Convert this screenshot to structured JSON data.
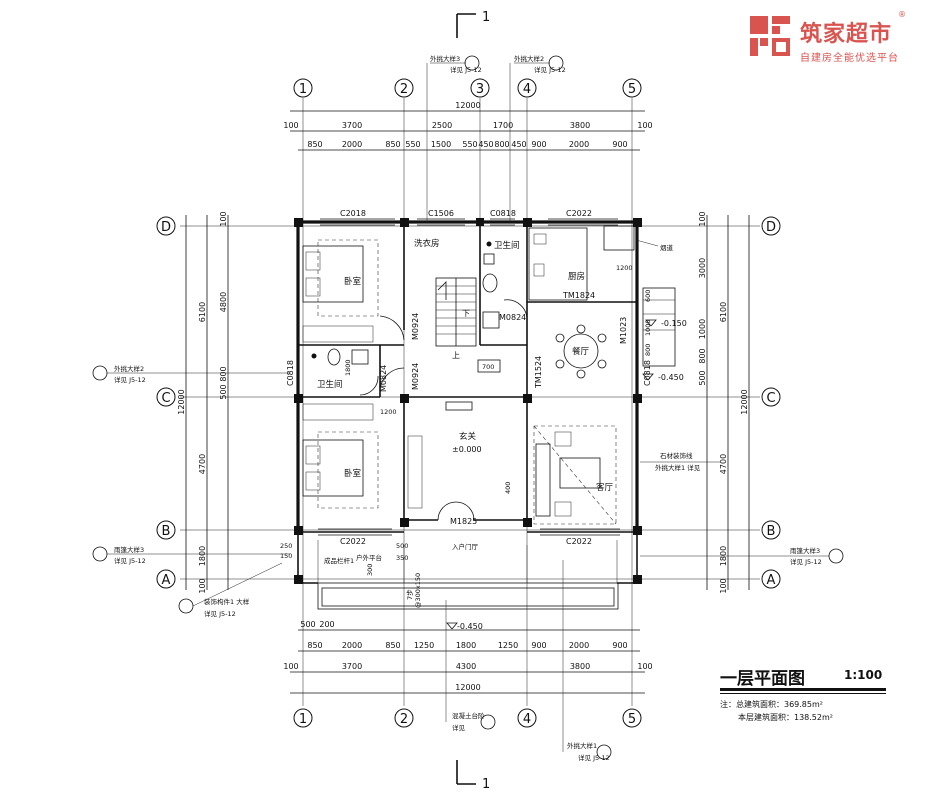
{
  "logo": {
    "brand": "筑家超市",
    "slogan": "自建房全能优选平台",
    "registered": "®",
    "color": "#d9534f"
  },
  "title": {
    "main": "一层平面图",
    "scale": "1:100",
    "note_total": "注：总建筑面积：369.85m²",
    "note_floor": "本层建筑面积：138.52m²"
  },
  "section_mark": "1",
  "grid_axes": {
    "vertical": [
      "1",
      "2",
      "3",
      "4",
      "5"
    ],
    "horizontal": [
      "D",
      "C",
      "B",
      "A"
    ]
  },
  "dims": {
    "top_total": "12000",
    "top_mid": [
      "100",
      "3700",
      "2500",
      "1700",
      "3800",
      "100"
    ],
    "top_inner": [
      "850",
      "2000",
      "850",
      "550",
      "1500",
      "550",
      "450",
      "800",
      "450",
      "900",
      "2000",
      "900"
    ],
    "bottom_inner": [
      "500",
      "200",
      "850",
      "2000",
      "850",
      "1250",
      "1800",
      "1250",
      "900",
      "2000",
      "900"
    ],
    "bottom_mid": [
      "100",
      "3700",
      "4300",
      "3800",
      "100"
    ],
    "bottom_total": "12000",
    "left_total": "12000",
    "left_mid": [
      "6100",
      "4700",
      "1800",
      "100"
    ],
    "left_inner": [
      "100",
      "4800",
      "800",
      "500",
      "1800",
      "100"
    ],
    "right_total": "12000",
    "right_mid": [
      "6100",
      "4700",
      "1800",
      "100"
    ],
    "right_inner": [
      "100",
      "3000",
      "1000",
      "800",
      "500",
      "1800",
      "100"
    ],
    "misc": [
      "700",
      "1200",
      "1800",
      "400",
      "300",
      "1200",
      "500",
      "350",
      "250",
      "150",
      "600",
      "1000",
      "800"
    ]
  },
  "rooms": [
    {
      "name": "卧室"
    },
    {
      "name": "卧室"
    },
    {
      "name": "洗衣房"
    },
    {
      "name": "卫生间"
    },
    {
      "name": "卫生间"
    },
    {
      "name": "厨房"
    },
    {
      "name": "餐厅"
    },
    {
      "name": "客厅"
    },
    {
      "name": "玄关"
    },
    {
      "name": "户外平台"
    },
    {
      "name": "入户门厅"
    }
  ],
  "levels": {
    "entry": "±0.000",
    "l1": "-0.150",
    "l2": "-0.450",
    "l3": "-0.450"
  },
  "openings": [
    "C2018",
    "C1506",
    "C0818",
    "C2022",
    "C0818",
    "M0924",
    "M0924",
    "M0824",
    "M0824",
    "M1825",
    "C2022",
    "C2022",
    "TM1824",
    "TM1524",
    "M1023",
    "C0818"
  ],
  "stair": {
    "up": "上",
    "down": "下",
    "steps": "7步"
  },
  "callouts": [
    {
      "text": "外挑大样3",
      "ref": "详见 J5-12"
    },
    {
      "text": "外挑大样2",
      "ref": "详见 J5-12"
    },
    {
      "text": "外挑大样2",
      "ref": "详见 J5-12"
    },
    {
      "text": "雨篷大样3",
      "ref": "详见 J5-12"
    },
    {
      "text": "装饰构件1 大样",
      "ref": "详见 J5-12"
    },
    {
      "text": "外挑大样1",
      "ref": "详见 J5-12"
    },
    {
      "text": "雨篷大样3",
      "ref": "详见 J5-12"
    },
    {
      "text": "石材装饰线",
      "ref": "外挑大样1 详见"
    },
    {
      "text": "烟道",
      "ref": ""
    },
    {
      "text": "混凝土台阶",
      "ref": "详见"
    },
    {
      "text": "成品栏杆1",
      "ref": ""
    },
    {
      "text": "@300x150",
      "ref": "7步"
    }
  ]
}
